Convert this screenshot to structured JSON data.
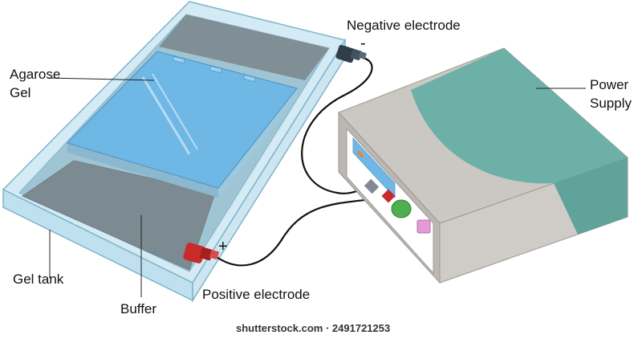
{
  "labels": {
    "agarose": "Agarose",
    "gel": "Gel",
    "negative_electrode": "Negative electrode",
    "negative_sign": "-",
    "power": "Power",
    "supply": "Supply",
    "positive_sign": "+",
    "positive_electrode": "Positive electrode",
    "gel_tank": "Gel tank",
    "buffer": "Buffer"
  },
  "watermark": "shutterstock.com · 2491721253",
  "colors": {
    "tank_frame": "#cfe7f2",
    "tank_edge": "#7fb4c9",
    "buffer": "#7f949b",
    "gel": "#6fb8e6",
    "power_supply_body": "#c9c6c3",
    "power_supply_top": "#6db0a8",
    "negative_connector": "#2f3e4a",
    "positive_connector": "#c92a2a",
    "wire": "#111111"
  }
}
